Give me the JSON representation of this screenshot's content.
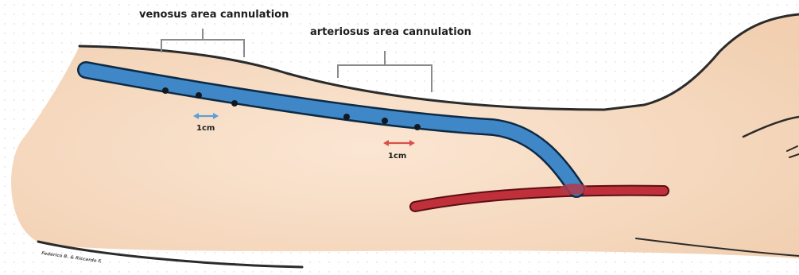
{
  "labels": {
    "venous_area": "venosus area cannulation",
    "arterial_area": "arteriosus area cannulation"
  },
  "measurements": {
    "venous_spacing": "1cm",
    "arterial_spacing": "1cm"
  },
  "credit": "Federico B. & Riccardo F.",
  "colors": {
    "skin": "#f6d8bd",
    "skin_outline": "#2b2b2b",
    "vein": "#3f87c6",
    "vein_dark": "#0d2a45",
    "artery": "#c0303a",
    "venous_arrow": "#5aa0d6",
    "arterial_arrow": "#d9504a",
    "bracket": "#8a8a8a"
  },
  "icons": [
    "double-arrow-icon"
  ]
}
